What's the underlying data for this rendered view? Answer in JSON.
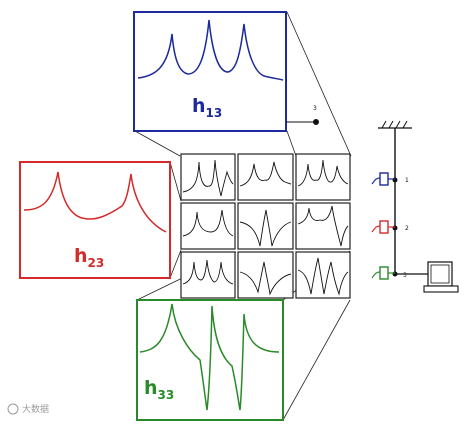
{
  "colors": {
    "h13": "#1c2a9c",
    "h23": "#d42a2a",
    "h33": "#2a8a2a",
    "grid": "#111111",
    "structure": "#111111"
  },
  "panels": {
    "h13": {
      "main": "h",
      "sub": "13"
    },
    "h23": {
      "main": "h",
      "sub": "23"
    },
    "h33": {
      "main": "h",
      "sub": "33"
    }
  },
  "structure": {
    "node_labels": [
      "1",
      "2",
      "3",
      "3"
    ],
    "icons": [
      "accelerometer-icon-blue",
      "accelerometer-icon-red",
      "accelerometer-icon-green",
      "shaker-icon",
      "ground-icon"
    ]
  },
  "watermark": {
    "text": "大数据"
  }
}
